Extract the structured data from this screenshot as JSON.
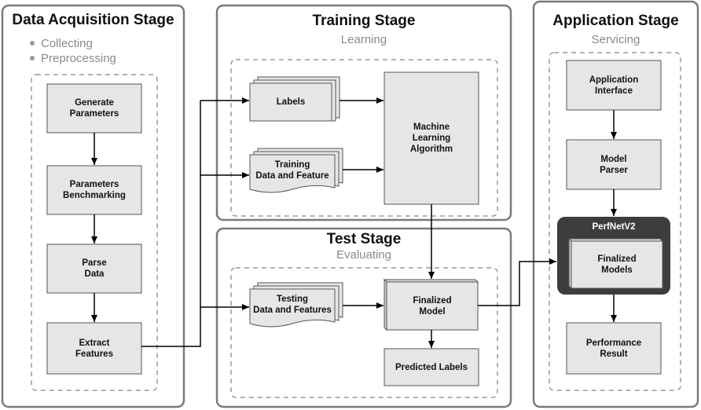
{
  "stages": {
    "acquisition": {
      "title": "Data Acquisition Stage",
      "bullets": [
        "Collecting",
        "Preprocessing"
      ]
    },
    "training": {
      "title": "Training Stage",
      "subtitle": "Learning"
    },
    "test": {
      "title": "Test Stage",
      "subtitle": "Evaluating"
    },
    "application": {
      "title": "Application Stage",
      "subtitle": "Servicing"
    }
  },
  "nodes": {
    "generate_parameters": "Generate\nParameters",
    "parameters_benchmarking": "Parameters\nBenchmarking",
    "parse_data": "Parse\nData",
    "extract_features": "Extract\nFeatures",
    "labels": "Labels",
    "training_data": "Training\nData and Feature",
    "ml_algorithm": "Machine\nLearning\nAlgorithm",
    "testing_data": "Testing\nData and Features",
    "finalized_model": "Finalized\nModel",
    "predicted_labels": "Predicted Labels",
    "application_interface": "Application\nInterface",
    "model_parser": "Model\nParser",
    "perfnet_badge": "PerfNetV2",
    "finalized_models": "Finalized\nModels",
    "performance_result": "Performance\nResult"
  },
  "colors": {
    "stage_border": "#7a7a7a",
    "box_fill": "#e6e6e6",
    "box_border": "#555555",
    "dashed": "#9a9a9a",
    "arrow": "#000000",
    "perfnet_fill": "#3d3d3d"
  }
}
